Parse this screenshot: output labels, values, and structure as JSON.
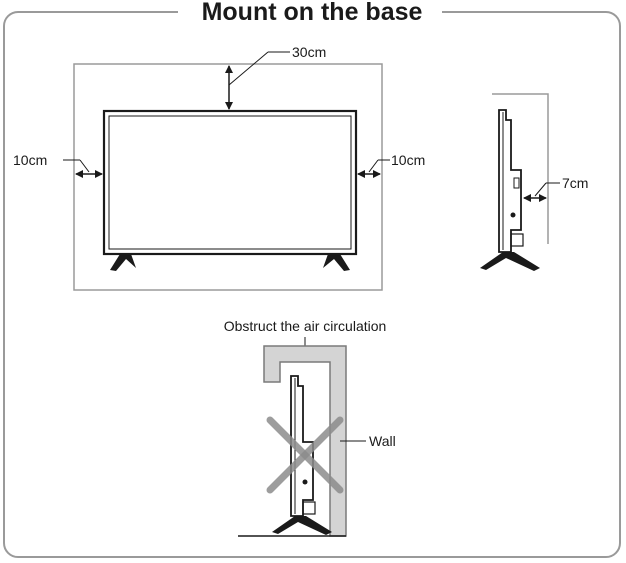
{
  "title": "Mount on the base",
  "front_view": {
    "top_clearance": "30cm",
    "left_clearance": "10cm",
    "right_clearance": "10cm"
  },
  "side_view": {
    "back_clearance": "7cm"
  },
  "incorrect_example": {
    "caption": "Obstruct the air circulation",
    "wall_label": "Wall"
  }
}
